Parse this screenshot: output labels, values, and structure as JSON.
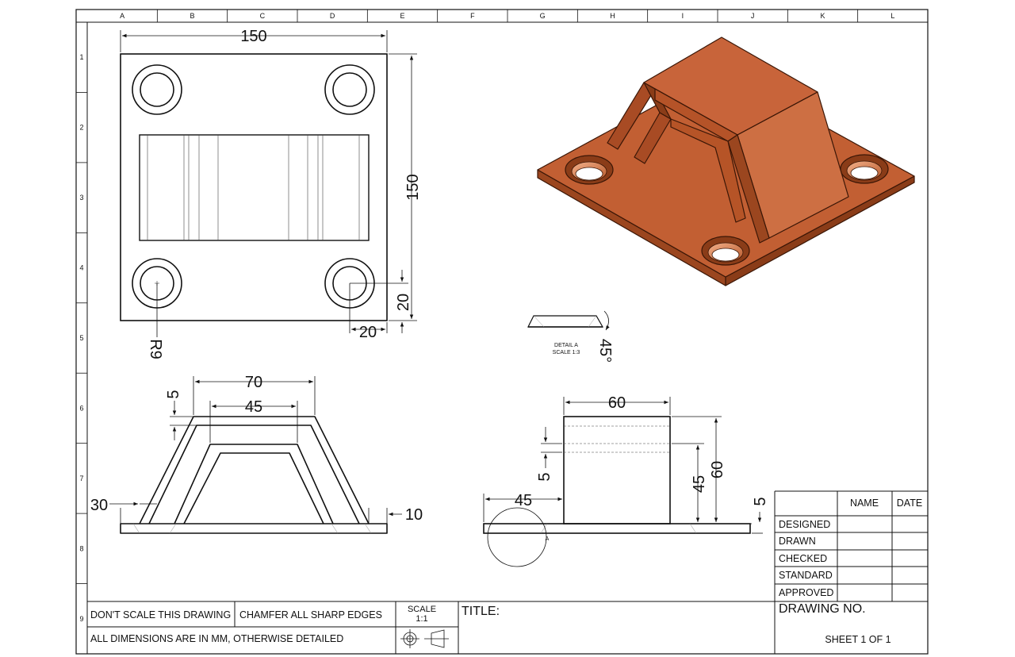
{
  "zones": {
    "columns": [
      "A",
      "B",
      "C",
      "D",
      "E",
      "F",
      "G",
      "H",
      "I",
      "J",
      "K",
      "L"
    ],
    "rows": [
      "1",
      "2",
      "3",
      "4",
      "5",
      "6",
      "7",
      "8",
      "9"
    ]
  },
  "colors": {
    "copper_top": "#c8643a",
    "copper_side": "#a84b24",
    "copper_dark": "#7a3414",
    "line": "#111111"
  },
  "top_view": {
    "width": "150",
    "height": "150",
    "hole_radius": "R9",
    "hole_offset_x": "20",
    "hole_offset_y": "20"
  },
  "front_view": {
    "top_width": "70",
    "inner_width": "45",
    "thickness": "5",
    "left_offset": "30",
    "right_offset": "10"
  },
  "side_view": {
    "width": "60",
    "height": "60",
    "inner_height": "45",
    "slot": "5",
    "plate": "5",
    "offset": "45",
    "detail_marker": "A"
  },
  "detail": {
    "title": "DETAIL A",
    "scale": "SCALE 1:3",
    "angle": "45°"
  },
  "title_block": {
    "note_scale": "DON'T SCALE THIS DRAWING",
    "note_chamfer": "CHAMFER ALL SHARP EDGES",
    "note_units": "ALL DIMENSIONS ARE IN MM, OTHERWISE DETAILED",
    "scale_label": "SCALE",
    "scale_value": "1:1",
    "title_label": "TITLE:",
    "header_name": "NAME",
    "header_date": "DATE",
    "roles": [
      "DESIGNED",
      "DRAWN",
      "CHECKED",
      "STANDARD",
      "APPROVED"
    ],
    "drawing_no_label": "DRAWING NO.",
    "sheet": "SHEET 1 OF 1"
  }
}
